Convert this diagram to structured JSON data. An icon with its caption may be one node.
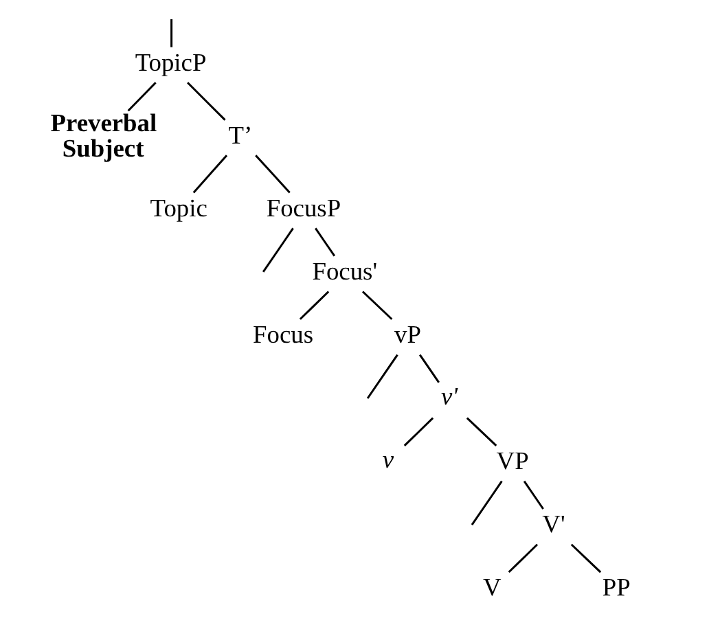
{
  "diagram": {
    "nodes": [
      {
        "text": [
          "TopicP"
        ]
      },
      {
        "text": [
          "Preverbal Subject"
        ]
      },
      {
        "text": [
          "T’"
        ]
      },
      {
        "text": [
          "Topic"
        ]
      },
      {
        "text": [
          "FocusP"
        ]
      },
      {
        "text": [
          "Focus'"
        ]
      },
      {
        "text": [
          "Focus"
        ]
      },
      {
        "text": [
          "vP"
        ]
      },
      {
        "text": [
          "v'"
        ]
      },
      {
        "text": [
          "v"
        ]
      },
      {
        "text": [
          "VP"
        ]
      },
      {
        "text": [
          "V'"
        ]
      },
      {
        "text": [
          "V"
        ]
      },
      {
        "text": [
          "PP"
        ]
      }
    ],
    "edges": [
      {
        "from": null,
        "to": 0,
        "arrow": "none"
      },
      {
        "from": 0,
        "to": 1,
        "arrow": "none"
      },
      {
        "from": 0,
        "to": 2,
        "arrow": "none"
      },
      {
        "from": 2,
        "to": 3,
        "arrow": "none"
      },
      {
        "from": 2,
        "to": 4,
        "arrow": "none"
      },
      {
        "from": 4,
        "to": null,
        "arrow": "none"
      },
      {
        "from": 4,
        "to": 5,
        "arrow": "none"
      },
      {
        "from": 5,
        "to": 6,
        "arrow": "none"
      },
      {
        "from": 5,
        "to": 7,
        "arrow": "none"
      },
      {
        "from": 7,
        "to": null,
        "arrow": "none"
      },
      {
        "from": 7,
        "to": 8,
        "arrow": "none"
      },
      {
        "from": 8,
        "to": 9,
        "arrow": "none"
      },
      {
        "from": 8,
        "to": 10,
        "arrow": "none"
      },
      {
        "from": 10,
        "to": null,
        "arrow": "none"
      },
      {
        "from": 10,
        "to": 11,
        "arrow": "none"
      },
      {
        "from": 11,
        "to": 12,
        "arrow": "none"
      },
      {
        "from": 11,
        "to": 13,
        "arrow": "none"
      }
    ]
  }
}
